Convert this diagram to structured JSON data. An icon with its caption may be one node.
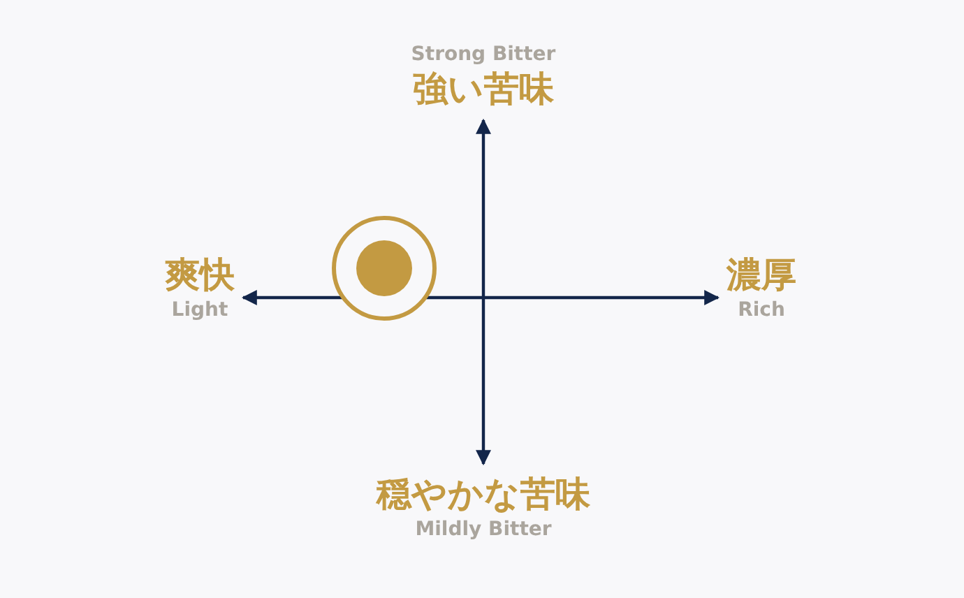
{
  "diagram": {
    "nodes": [
      {
        "text": [
          "Strong Bitter",
          "強い苦味"
        ]
      },
      {
        "text": [
          "爽快",
          "Light"
        ]
      },
      {
        "text": [
          "濃厚",
          "Rich"
        ]
      },
      {
        "text": [
          "穏やかな苦味",
          "Mildly Bitter"
        ]
      }
    ],
    "edges": [
      {
        "from": 3,
        "to": 0,
        "arrow": "both"
      },
      {
        "from": 1,
        "to": 2,
        "arrow": "both"
      }
    ]
  }
}
